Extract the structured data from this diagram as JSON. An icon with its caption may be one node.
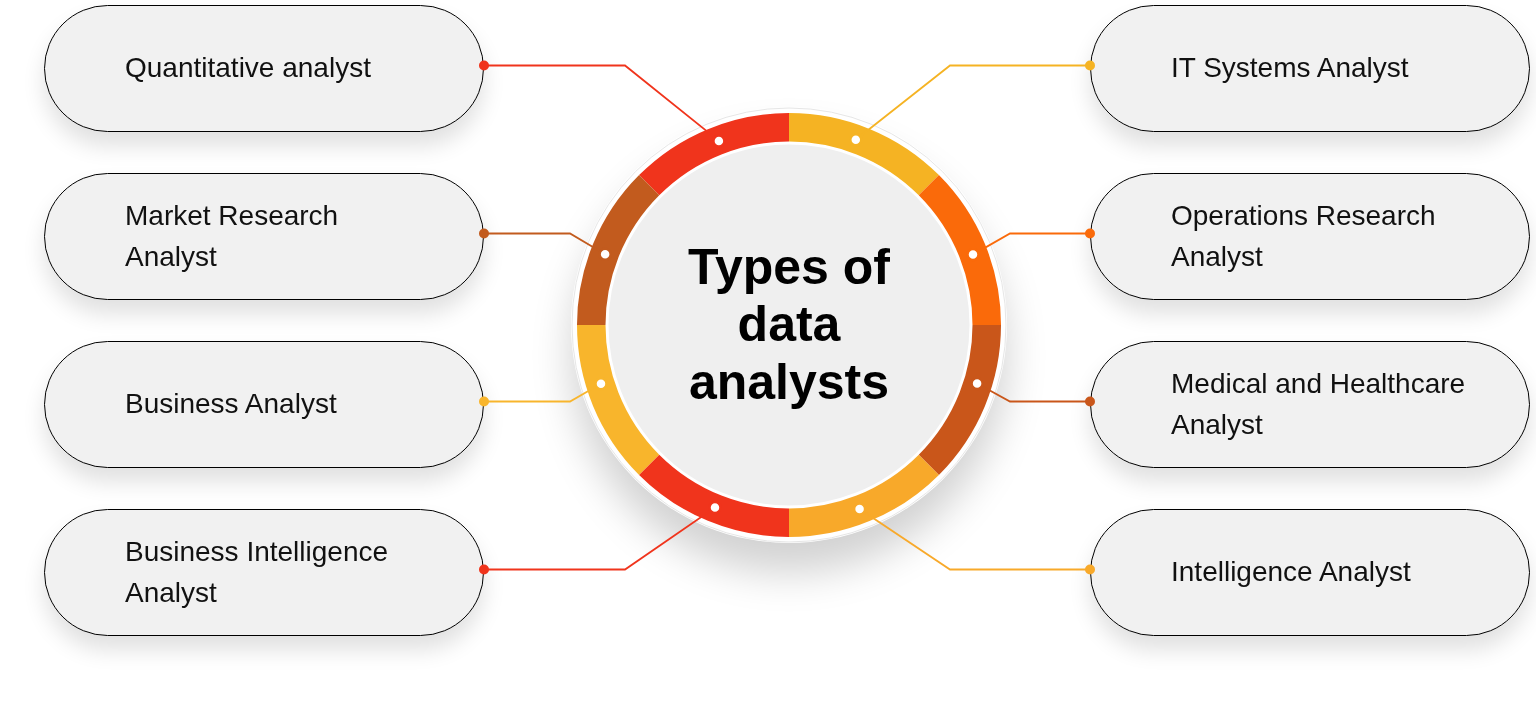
{
  "diagram": {
    "nodes": [
      {
        "text": [
          "Types of data analysts"
        ]
      },
      {
        "text": [
          "Quantitative analyst"
        ]
      },
      {
        "text": [
          "IT Systems Analyst"
        ]
      },
      {
        "text": [
          "Market Research Analyst"
        ]
      },
      {
        "text": [
          "Operations Research Analyst"
        ]
      },
      {
        "text": [
          "Business Analyst"
        ]
      },
      {
        "text": [
          "Medical and Healthcare Analyst"
        ]
      },
      {
        "text": [
          "Business Intelligence Analyst"
        ]
      },
      {
        "text": [
          "Intelligence Analyst"
        ]
      }
    ],
    "edges": [
      {
        "from": 0,
        "to": 1,
        "arrow": "other",
        "color": "#f0341c"
      },
      {
        "from": 0,
        "to": 2,
        "arrow": "other",
        "color": "#f5b323"
      },
      {
        "from": 0,
        "to": 3,
        "arrow": "other",
        "color": "#c25b1e"
      },
      {
        "from": 0,
        "to": 4,
        "arrow": "other",
        "color": "#fa6a0a"
      },
      {
        "from": 0,
        "to": 5,
        "arrow": "other",
        "color": "#f8b52c"
      },
      {
        "from": 0,
        "to": 6,
        "arrow": "other",
        "color": "#c9561a"
      },
      {
        "from": 0,
        "to": 7,
        "arrow": "other",
        "color": "#f0341c"
      },
      {
        "from": 0,
        "to": 8,
        "arrow": "other",
        "color": "#f8a92a"
      }
    ]
  }
}
